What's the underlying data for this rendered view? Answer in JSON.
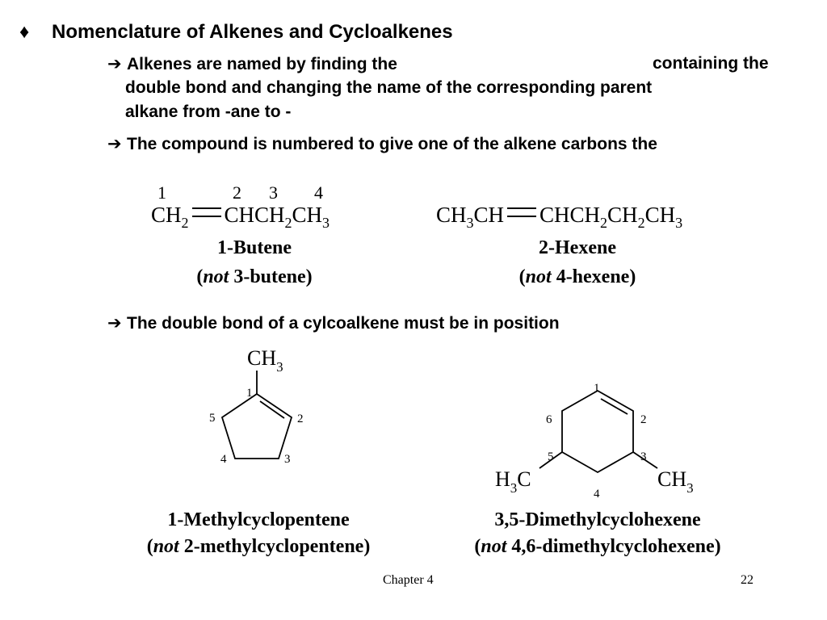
{
  "heading": {
    "bullet": "♦",
    "text": "Nomenclature of Alkenes and Cycloalkenes"
  },
  "points": {
    "arrow": "➔",
    "p1": {
      "a": "Alkenes are named by finding the",
      "b": "containing the",
      "line2": "double bond and changing the name of the corresponding parent",
      "line3": "alkane from -ane to -"
    },
    "p2": "The compound is numbered to give one of the alkene carbons the",
    "p3": "The double bond of a cylcoalkene must be in position"
  },
  "butene": {
    "numbers": [
      "1",
      "2",
      "3",
      "4"
    ],
    "formula_left": "CH",
    "formula_left_sub": "2",
    "formula_right": [
      "CHCH",
      "2",
      "CH",
      "3"
    ],
    "name": "1-Butene",
    "not_open": "(",
    "not_word": "not",
    "not_name": " 3-butene)"
  },
  "hexene": {
    "formula_left": [
      "CH",
      "3",
      "CH"
    ],
    "formula_right": [
      "CHCH",
      "2",
      "CH",
      "2",
      "CH",
      "3"
    ],
    "name": "2-Hexene",
    "not_open": "(",
    "not_word": "not",
    "not_name": " 4-hexene)"
  },
  "methylcyclopentene": {
    "substituent": "CH",
    "substituent_sub": "3",
    "ring_numbers": [
      "1",
      "2",
      "3",
      "4",
      "5"
    ],
    "name": "1-Methylcyclopentene",
    "not_open": "(",
    "not_word": "not",
    "not_name": " 2-methylcyclopentene)"
  },
  "dimethylcyclohexene": {
    "left_sub": [
      "H",
      "3",
      "C"
    ],
    "right_sub": [
      "CH",
      "3"
    ],
    "ring_numbers": [
      "1",
      "2",
      "3",
      "4",
      "5",
      "6"
    ],
    "name": "3,5-Dimethylcyclohexene",
    "not_open": "(",
    "not_word": "not",
    "not_name": " 4,6-dimethylcyclohexene)"
  },
  "footer": {
    "chapter": "Chapter 4",
    "page": "22"
  }
}
